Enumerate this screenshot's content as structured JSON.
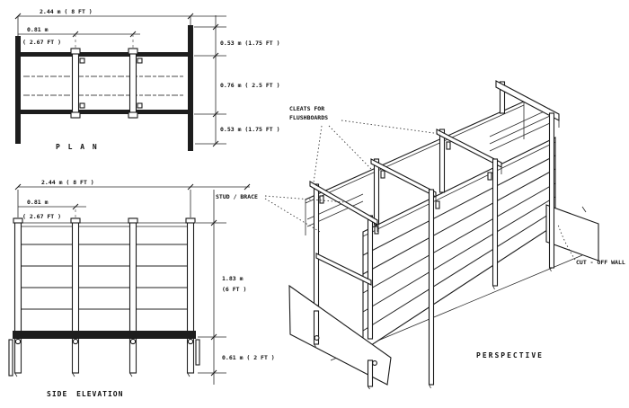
{
  "plan": {
    "title": "P L A N",
    "dim_length": "2.44 m ( 8 FT )",
    "dim_bay_m": "0.81 m",
    "dim_bay_ft": "( 2.67 FT )",
    "dim_top": "0.53 m (1.75 FT )",
    "dim_mid": "0.76 m ( 2.5 FT )",
    "dim_bot": "0.53 m (1.75 FT )"
  },
  "elevation": {
    "title": "SIDE ELEVATION",
    "dim_length": "2.44 m ( 8 FT )",
    "dim_bay_m": "0.81 m",
    "dim_bay_ft": "( 2.67 FT )",
    "dim_height_m": "1.83 m",
    "dim_height_ft": "(6 FT )",
    "dim_embed": "0.61 m ( 2 FT )"
  },
  "perspective": {
    "title": "PERSPECTIVE",
    "label_cleats_line1": "CLEATS FOR",
    "label_cleats_line2": "FLUSHBOARDS",
    "label_stud_brace": "STUD / BRACE",
    "label_cutoff_wall": "CUT - OFF  WALL"
  },
  "colors": {
    "ink": "#1a1a1a",
    "paper": "#ffffff"
  }
}
